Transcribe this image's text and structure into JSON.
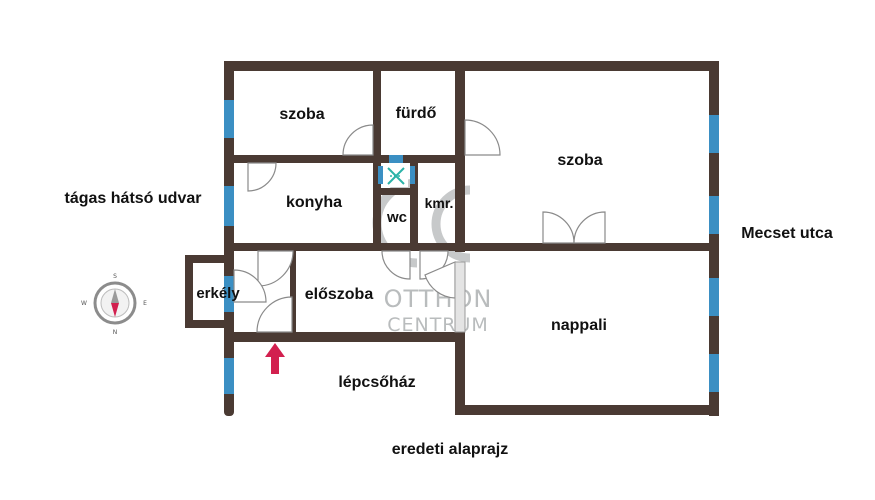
{
  "labels": {
    "room_szoba_top": "szoba",
    "room_furdo": "fürdő",
    "room_szoba_right": "szoba",
    "room_konyha": "konyha",
    "room_wc": "wc",
    "room_kamra": "kmr.",
    "room_erkely": "erkély",
    "room_eloszoba": "előszoba",
    "room_nappali": "nappali",
    "lepcsohaz": "lépcsőház",
    "left_caption": "tágas hátsó udvar",
    "right_caption": "Mecset utca",
    "bottom_caption": "eredeti alaprajz"
  },
  "watermark": {
    "logo": "OC",
    "line1": "OTTHON",
    "line2": "CENTRUM"
  },
  "compass": {
    "north": "N",
    "south": "S",
    "east": "E",
    "west": "W"
  },
  "colors": {
    "wall": "#4a3a33",
    "window": "#3b8fc3",
    "entrance_arrow": "#d2204f",
    "ventilation": "#2bb3a8",
    "watermark": "#b9bcbd"
  },
  "icons": {
    "entrance": "entrance-arrow-icon",
    "compass": "compass-icon",
    "ventilation": "ventilation-shaft-icon"
  }
}
